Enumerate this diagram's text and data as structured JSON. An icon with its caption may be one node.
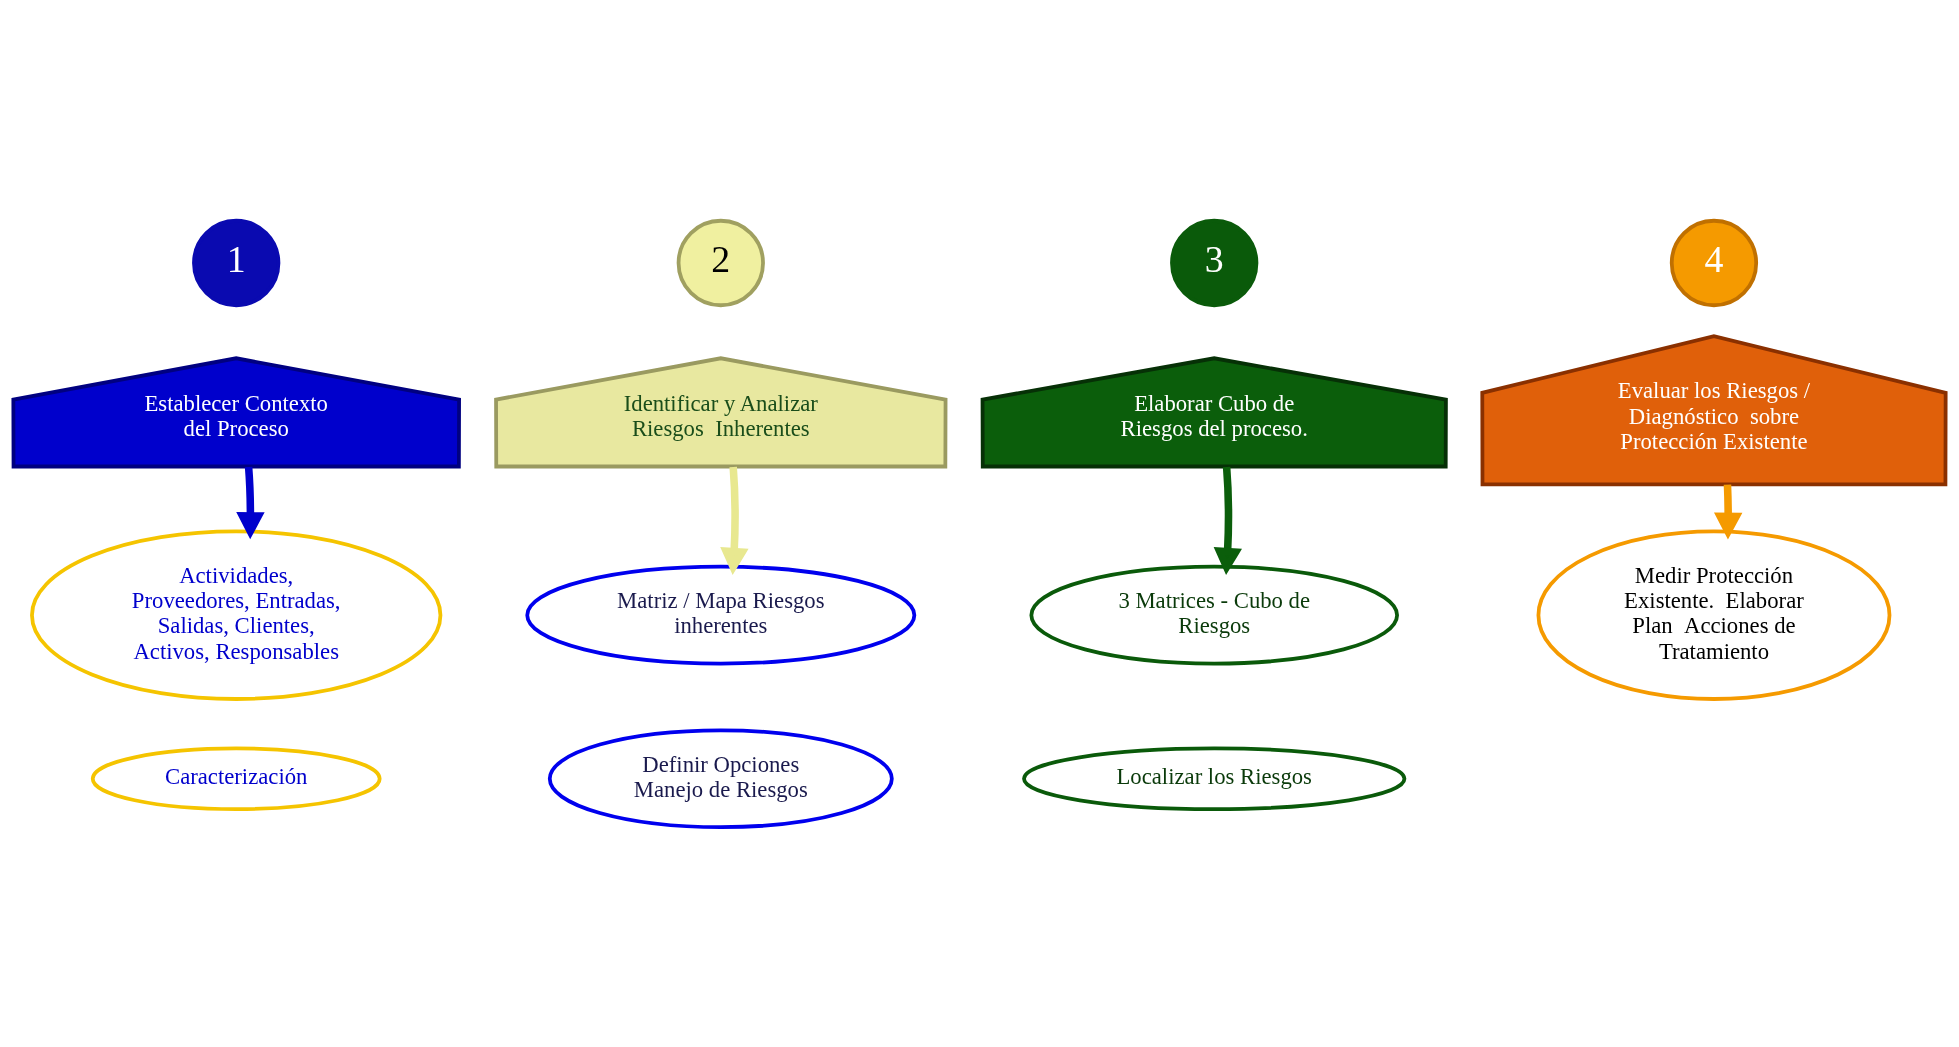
{
  "diagram": {
    "nodes": [
      {
        "text": [
          "1"
        ]
      },
      {
        "text": [
          "Establecer Contexto del Proceso"
        ]
      },
      {
        "text": [
          "Actividades, Proveedores, Entradas, Salidas, Clientes, Activos, Responsables"
        ]
      },
      {
        "text": [
          "Caracterización"
        ]
      },
      {
        "text": [
          "2"
        ]
      },
      {
        "text": [
          "Identificar y Analizar Riesgos  Inherentes"
        ]
      },
      {
        "text": [
          "Matriz / Mapa Riesgos inherentes"
        ]
      },
      {
        "text": [
          "Definir Opciones Manejo de Riesgos"
        ]
      },
      {
        "text": [
          "3"
        ]
      },
      {
        "text": [
          "Elaborar Cubo de Riesgos del proceso."
        ]
      },
      {
        "text": [
          "3 Matrices - Cubo de Riesgos"
        ]
      },
      {
        "text": [
          "Localizar los Riesgos"
        ]
      },
      {
        "text": [
          "4"
        ]
      },
      {
        "text": [
          "Evaluar los Riesgos / Diagnóstico  sobre Protección Existente"
        ]
      },
      {
        "text": [
          "Medir Protección Existente.  Elaborar Plan  Acciones de Tratamiento"
        ]
      }
    ],
    "edges": [
      {
        "from": 1,
        "to": 2,
        "arrow": "to",
        "color": "#0000cc"
      },
      {
        "from": 5,
        "to": 6,
        "arrow": "to",
        "color": "#e8e890"
      },
      {
        "from": 9,
        "to": 10,
        "arrow": "to",
        "color": "#0b5e0b"
      },
      {
        "from": 13,
        "to": 14,
        "arrow": "to",
        "color": "#f59a00"
      }
    ]
  }
}
